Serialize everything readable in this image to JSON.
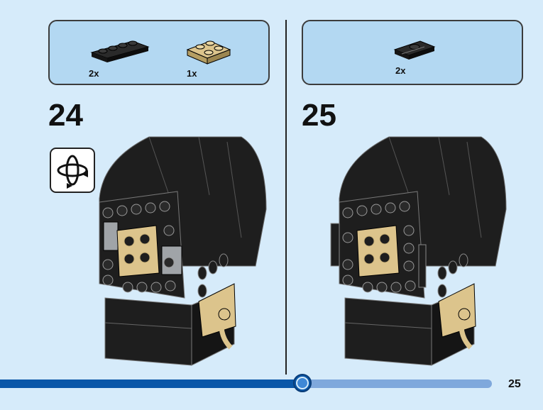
{
  "steps": [
    {
      "number": "24",
      "parts": [
        {
          "name": "black 1x4 plate",
          "qty": "2x",
          "color": "#2a2a2a"
        },
        {
          "name": "tan 2x2 plate",
          "qty": "1x",
          "color": "#dcc48c"
        }
      ],
      "rotate_icon": "rotate-model-icon"
    },
    {
      "number": "25",
      "parts": [
        {
          "name": "black 1x2 jumper plate",
          "qty": "2x",
          "color": "#2a2a2a"
        }
      ]
    }
  ],
  "progress": {
    "fraction": 0.6
  },
  "page_number": "25",
  "colors": {
    "background": "#d6ebfa",
    "parts_box": "#b3d8f2",
    "progress_dark": "#0a57a8",
    "progress_light": "#7fa8dc",
    "brick_black": "#1e1e1e",
    "brick_tan": "#dcc48c",
    "brick_grey": "#a0a4a8"
  }
}
